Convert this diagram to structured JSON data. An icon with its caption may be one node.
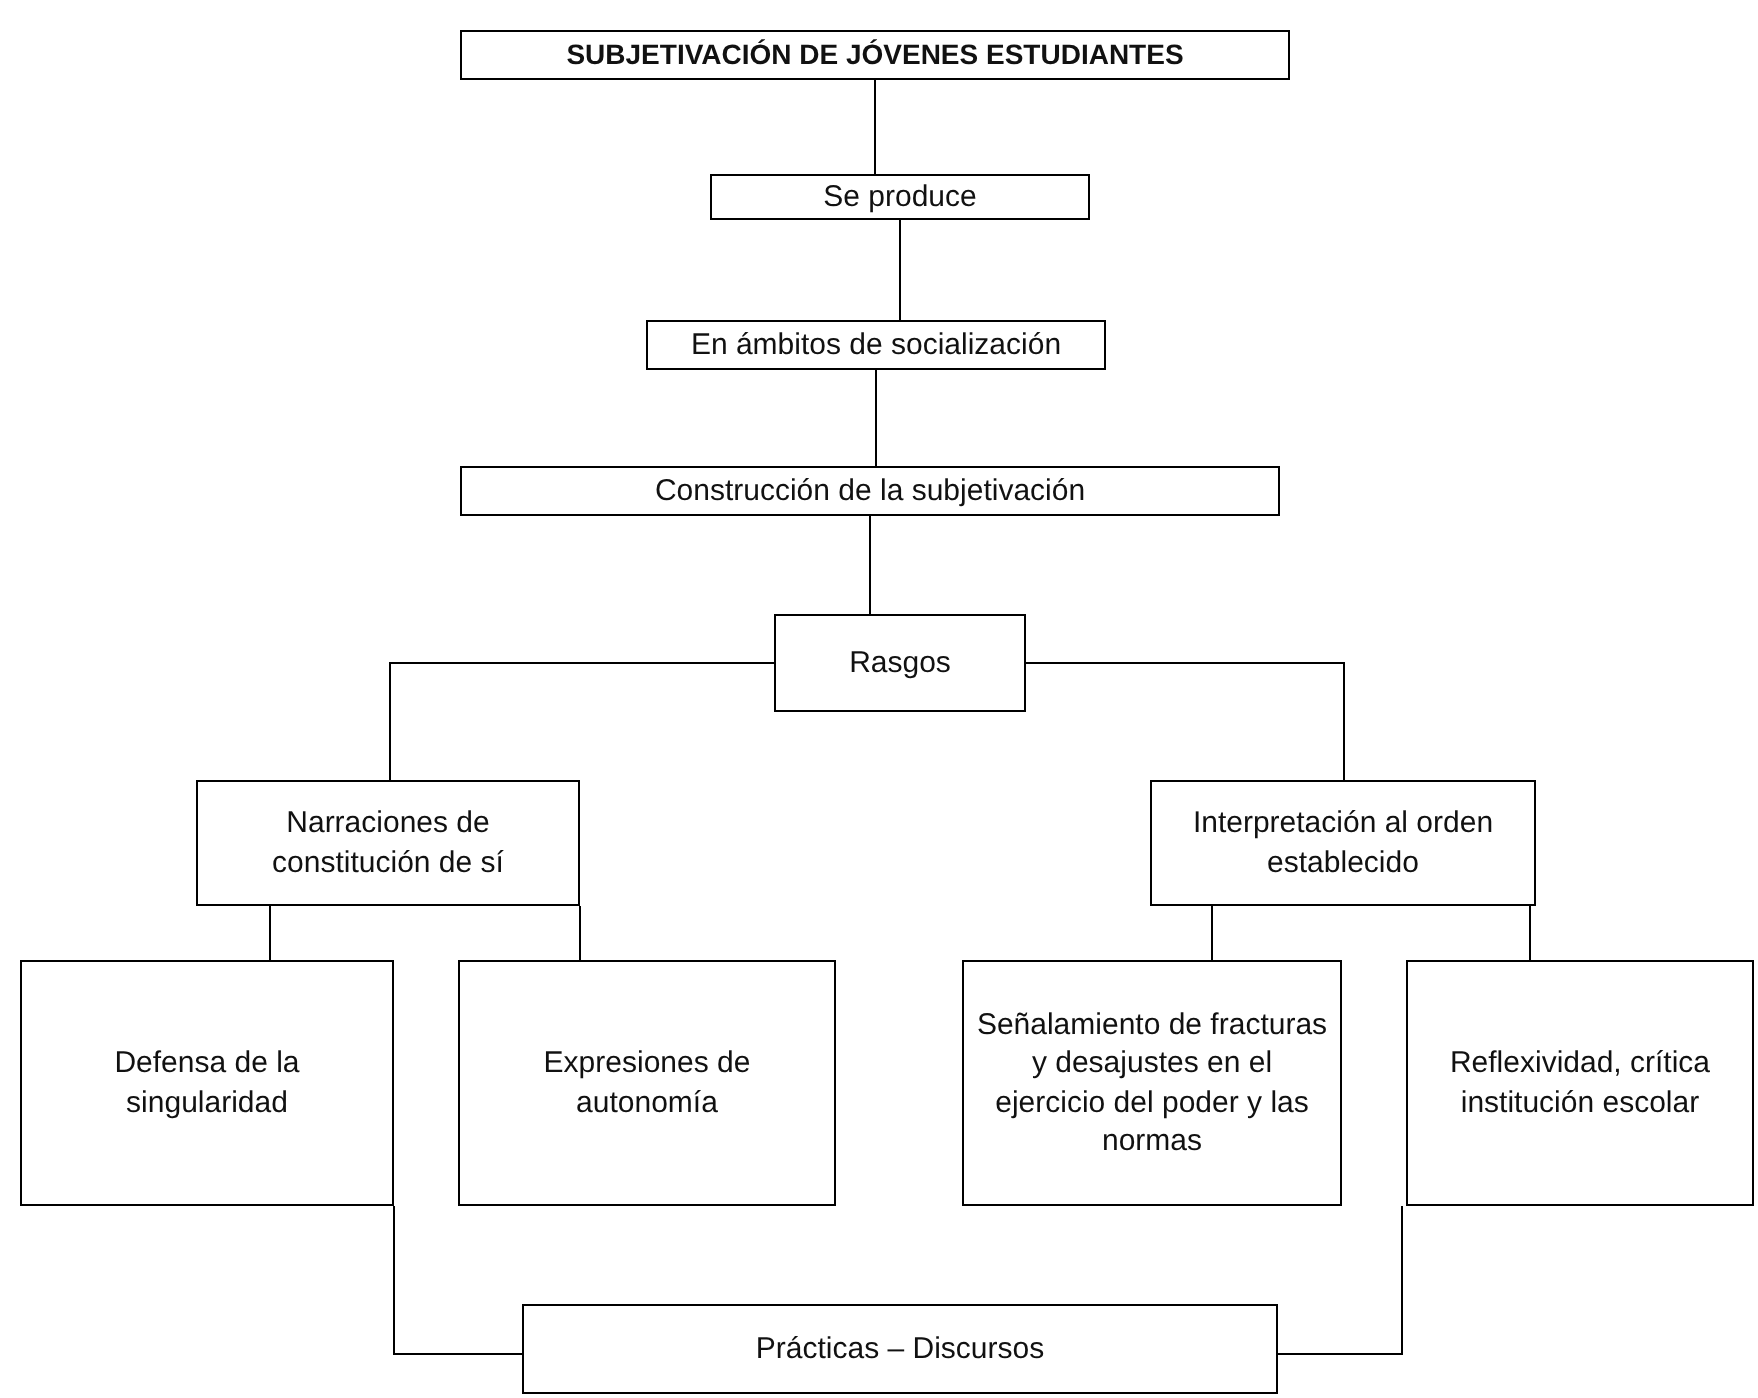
{
  "diagram": {
    "nodes": [
      {
        "text": [
          "SUBJETIVACIÓN DE JÓVENES ESTUDIANTES"
        ]
      },
      {
        "text": [
          "Se produce"
        ]
      },
      {
        "text": [
          "En ámbitos de socialización"
        ]
      },
      {
        "text": [
          "Construcción de la subjetivación"
        ]
      },
      {
        "text": [
          "Rasgos"
        ]
      },
      {
        "text": [
          "Narraciones de constitución de sí"
        ]
      },
      {
        "text": [
          "Interpretación al orden establecido"
        ]
      },
      {
        "text": [
          "Defensa de la singularidad"
        ]
      },
      {
        "text": [
          "Expresiones de autonomía"
        ]
      },
      {
        "text": [
          "Señalamiento de fracturas y desajustes en el ejercicio del poder y las normas"
        ]
      },
      {
        "text": [
          "Reflexividad, crítica institución escolar"
        ]
      },
      {
        "text": [
          "Prácticas – Discursos"
        ]
      }
    ],
    "edges": [
      {
        "from": 0,
        "to": 1,
        "arrow": "none"
      },
      {
        "from": 1,
        "to": 2,
        "arrow": "none"
      },
      {
        "from": 2,
        "to": 3,
        "arrow": "none"
      },
      {
        "from": 3,
        "to": 4,
        "arrow": "none"
      },
      {
        "from": 4,
        "to": 5,
        "arrow": "none"
      },
      {
        "from": 4,
        "to": 6,
        "arrow": "none"
      },
      {
        "from": 5,
        "to": 7,
        "arrow": "none"
      },
      {
        "from": 5,
        "to": 8,
        "arrow": "none"
      },
      {
        "from": 6,
        "to": 9,
        "arrow": "none"
      },
      {
        "from": 6,
        "to": 10,
        "arrow": "none"
      },
      {
        "from": 7,
        "to": 11,
        "arrow": "none"
      },
      {
        "from": 10,
        "to": 11,
        "arrow": "none"
      }
    ]
  }
}
